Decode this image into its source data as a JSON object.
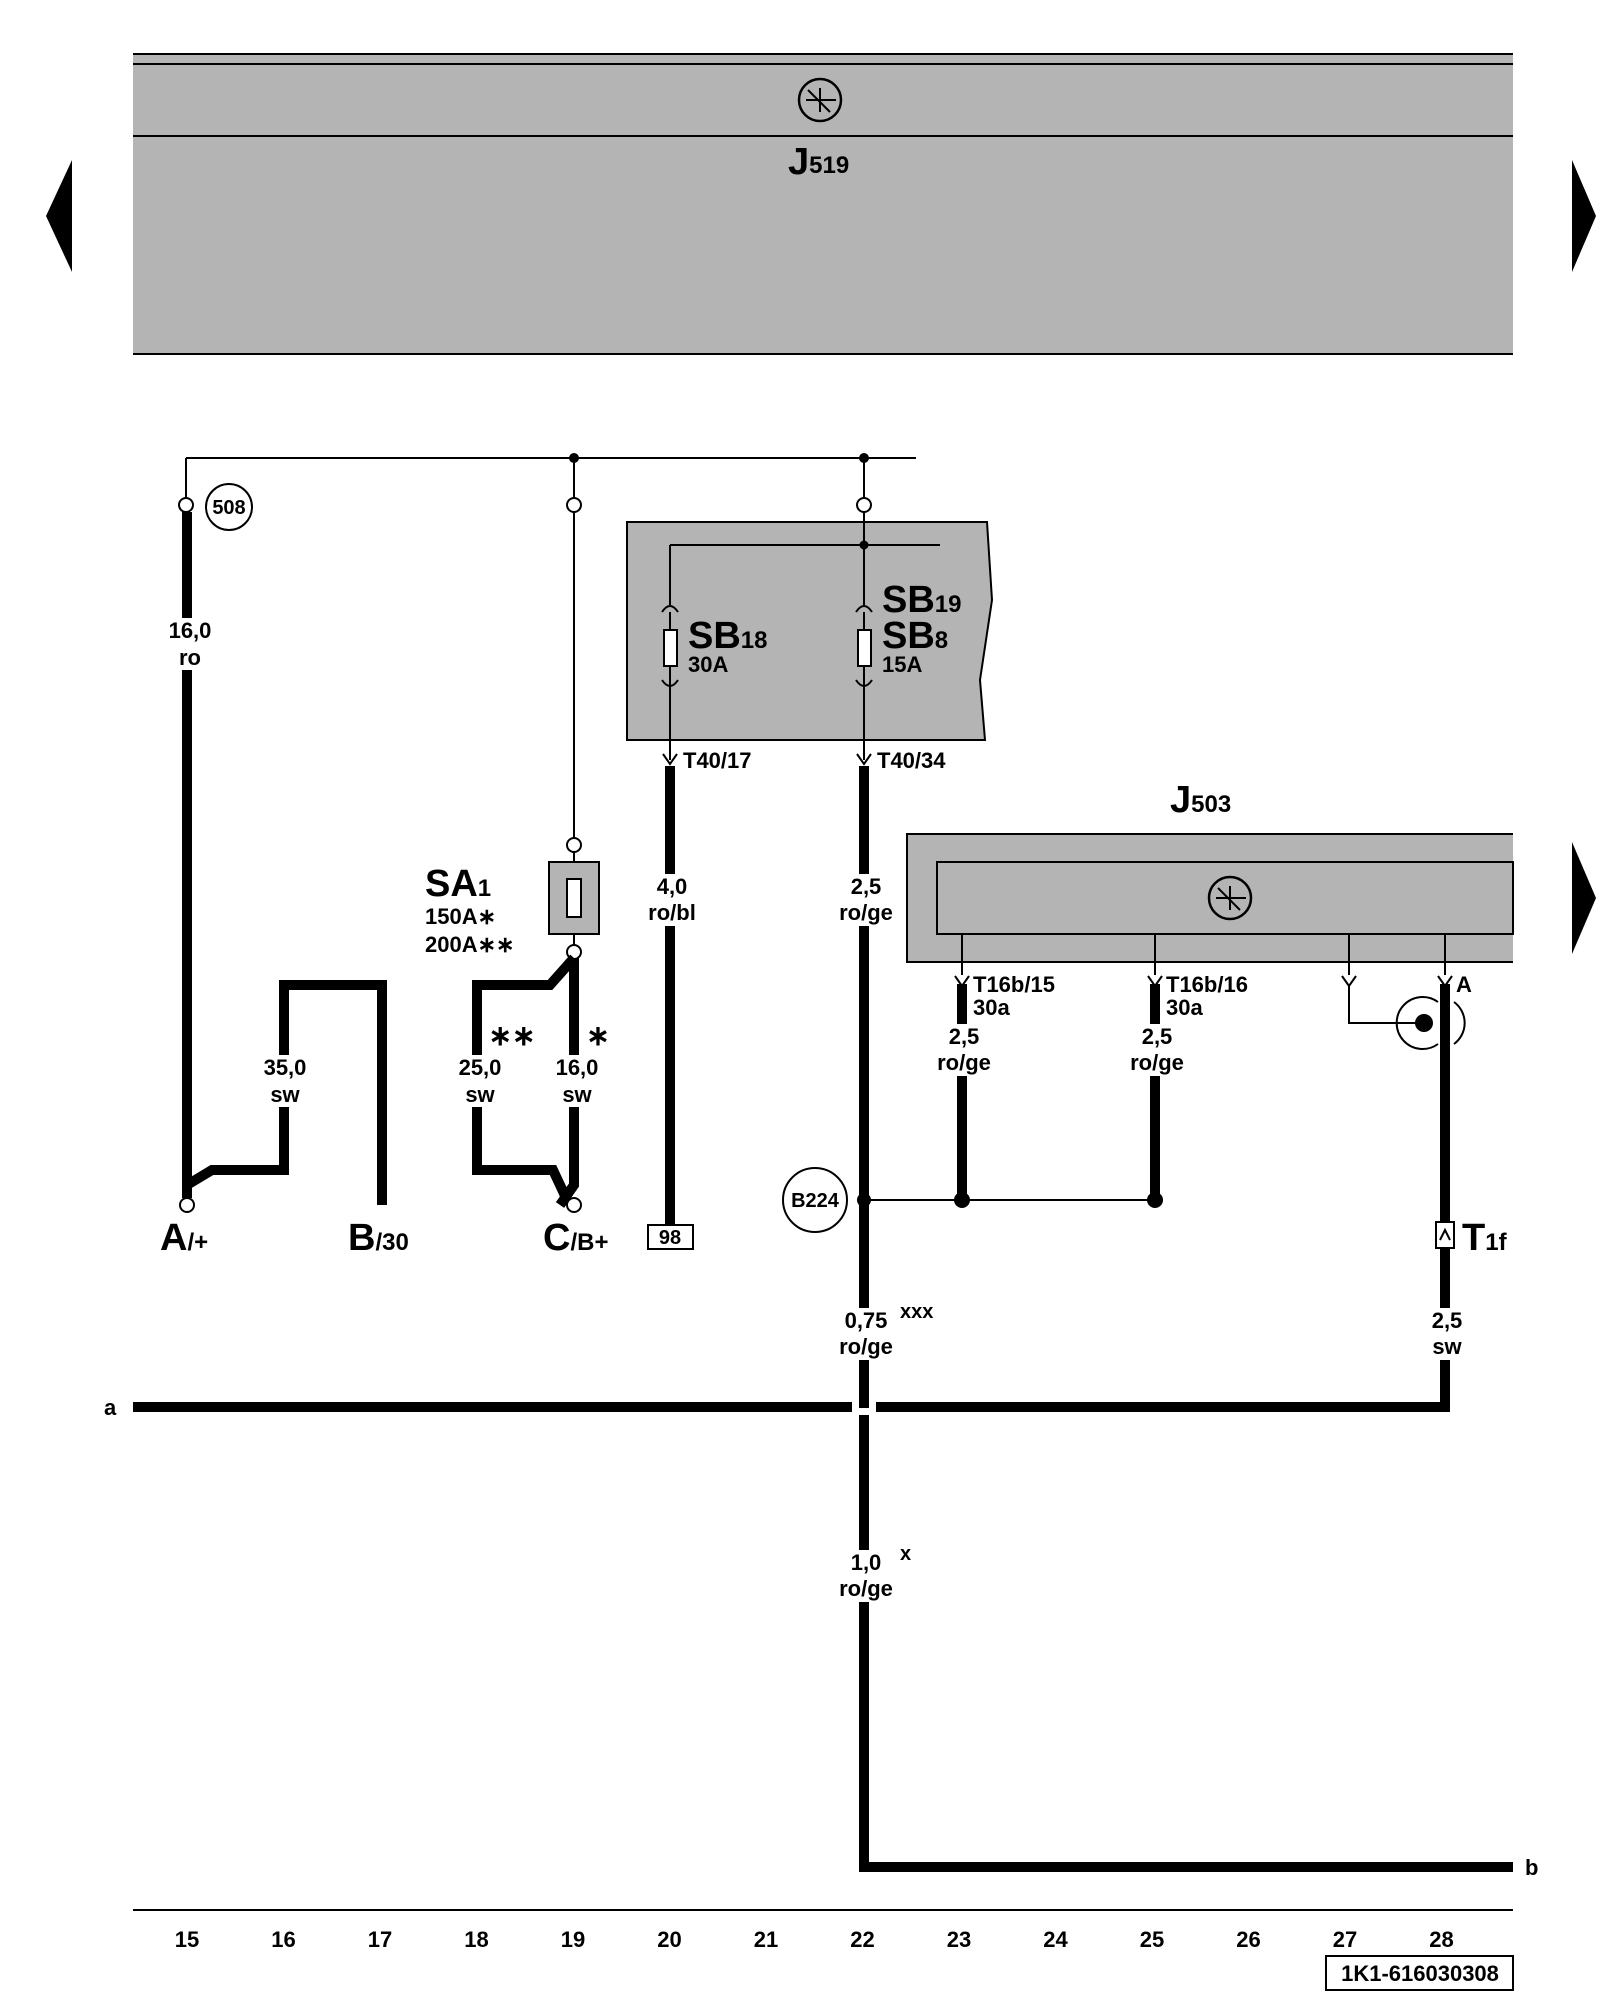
{
  "colors": {
    "panel_fill": "#b4b4b4",
    "wire": "#000000",
    "background": "#ffffff"
  },
  "components": {
    "j519": {
      "main": "J",
      "sub": "519"
    },
    "j503": {
      "main": "J",
      "sub": "503"
    },
    "sb18": {
      "main": "SB",
      "sub": "18",
      "rating": "30A"
    },
    "sb19": {
      "main": "SB",
      "sub": "19"
    },
    "sb8": {
      "main": "SB",
      "sub": "8",
      "rating": "15A"
    },
    "sa1": {
      "main": "SA",
      "sub": "1",
      "rating1": "150A∗",
      "rating2": "200A∗∗"
    },
    "t1f": {
      "main": "T",
      "sub": "1f"
    }
  },
  "connectors": {
    "t40_17": "T40/17",
    "t40_34": "T40/34",
    "t16b_15": "T16b/15",
    "t16b_15_sub": "30a",
    "t16b_16": "T16b/16",
    "t16b_16_sub": "30a",
    "pin_a": "A"
  },
  "earth_points": {
    "e508": "508",
    "b224": "B224"
  },
  "reference_box": "98",
  "wires": {
    "w16_ro": {
      "size": "16,0",
      "color": "ro"
    },
    "w35_sw": {
      "size": "35,0",
      "color": "sw"
    },
    "w25_sw": {
      "size": "25,0",
      "color": "sw",
      "mark": "∗∗"
    },
    "w16_sw": {
      "size": "16,0",
      "color": "sw",
      "mark": "∗"
    },
    "w4_robl": {
      "size": "4,0",
      "color": "ro/bl"
    },
    "w25_roge_main": {
      "size": "2,5",
      "color": "ro/ge"
    },
    "w25_roge_23": {
      "size": "2,5",
      "color": "ro/ge"
    },
    "w25_roge_25": {
      "size": "2,5",
      "color": "ro/ge"
    },
    "w075_roge": {
      "size": "0,75",
      "color": "ro/ge",
      "mark": "xxx"
    },
    "w25_sw_28": {
      "size": "2,5",
      "color": "sw"
    },
    "w1_roge": {
      "size": "1,0",
      "color": "ro/ge",
      "mark": "x"
    }
  },
  "terminals": {
    "a": {
      "main": "A",
      "sub": "/+"
    },
    "b": {
      "main": "B",
      "sub": "/30"
    },
    "c": {
      "main": "C",
      "sub": "/B+"
    }
  },
  "edge_labels": {
    "a": "a",
    "b": "b"
  },
  "columns": [
    "15",
    "16",
    "17",
    "18",
    "19",
    "20",
    "21",
    "22",
    "23",
    "24",
    "25",
    "26",
    "27",
    "28"
  ],
  "doc_id": "1K1-616030308",
  "navigation": {
    "prev": "previous-page",
    "next_top": "next-page",
    "next_mid": "next-page"
  }
}
